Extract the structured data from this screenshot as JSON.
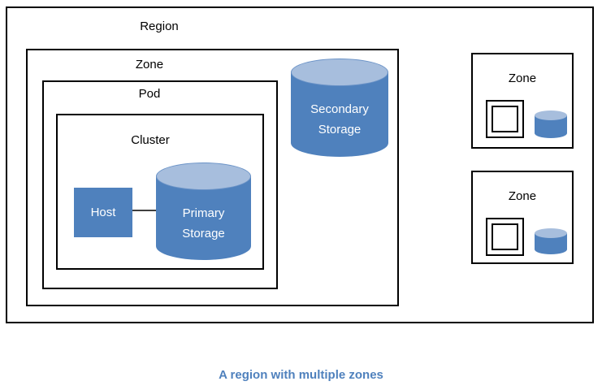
{
  "caption": {
    "text": "A region with multiple zones"
  },
  "region": {
    "label": "Region"
  },
  "main_zone": {
    "label": "Zone"
  },
  "pod": {
    "label": "Pod"
  },
  "cluster": {
    "label": "Cluster"
  },
  "host": {
    "label": "Host"
  },
  "primary_storage": {
    "lines": [
      "Primary",
      "Storage"
    ]
  },
  "secondary_storage": {
    "lines": [
      "Secondary",
      "Storage"
    ]
  },
  "small_zones": [
    {
      "label": "Zone"
    },
    {
      "label": "Zone"
    }
  ],
  "colors": {
    "cylinder_body": "#4f81bd",
    "cylinder_top": "#a7bedd",
    "host_fill": "#4f81bd",
    "host_text": "#ffffff",
    "box_border": "#000000",
    "label_text": "#000000",
    "caption_text": "#4f81bd",
    "connector": "#404040",
    "background": "#ffffff"
  }
}
